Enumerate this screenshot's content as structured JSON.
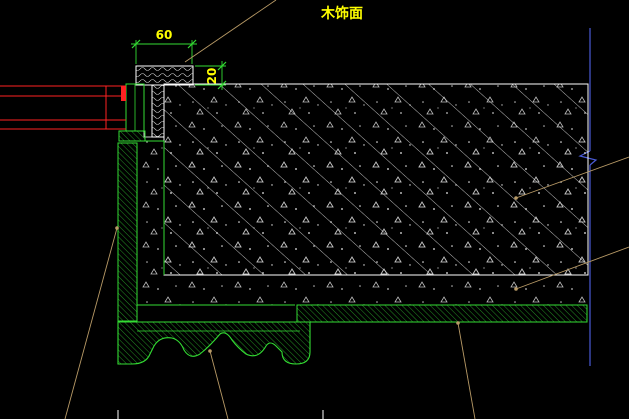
{
  "drawing": {
    "title_label": "木饰面",
    "dim_width": "60",
    "dim_height": "20",
    "colors": {
      "background": "#000000",
      "outline_white": "#ffffff",
      "outline_green": "#33dd33",
      "hatch": "#c8c8c8",
      "dimension": "#33dd33",
      "text": "#ffff00",
      "leader": "#b89a66",
      "blue_line": "#4a5bd6",
      "red_element": "#ff2222"
    }
  }
}
